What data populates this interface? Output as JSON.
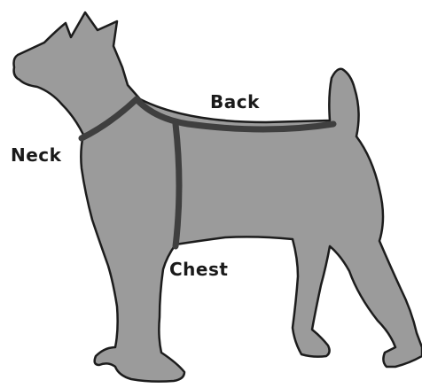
{
  "labels": {
    "neck": "Neck",
    "back": "Back",
    "chest": "Chest"
  },
  "colors": {
    "body_fill": "#9b9b9b",
    "outline": "#1c1c1c",
    "measure_line": "#3f3f3f",
    "label_text": "#1a1a1a",
    "background": "#ffffff"
  }
}
